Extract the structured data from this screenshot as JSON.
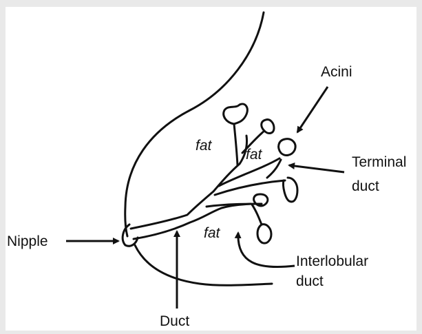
{
  "labels": {
    "acini": "Acini",
    "terminal_line1": "Terminal",
    "terminal_line2": "duct",
    "nipple": "Nipple",
    "duct": "Duct",
    "interlobular_line1": "Interlobular",
    "interlobular_line2": "duct",
    "fat_1": "fat",
    "fat_2": "fat",
    "fat_3": "fat"
  },
  "colors": {
    "background": "#e9e9e9",
    "panel": "#ffffff",
    "ink": "#111111"
  }
}
